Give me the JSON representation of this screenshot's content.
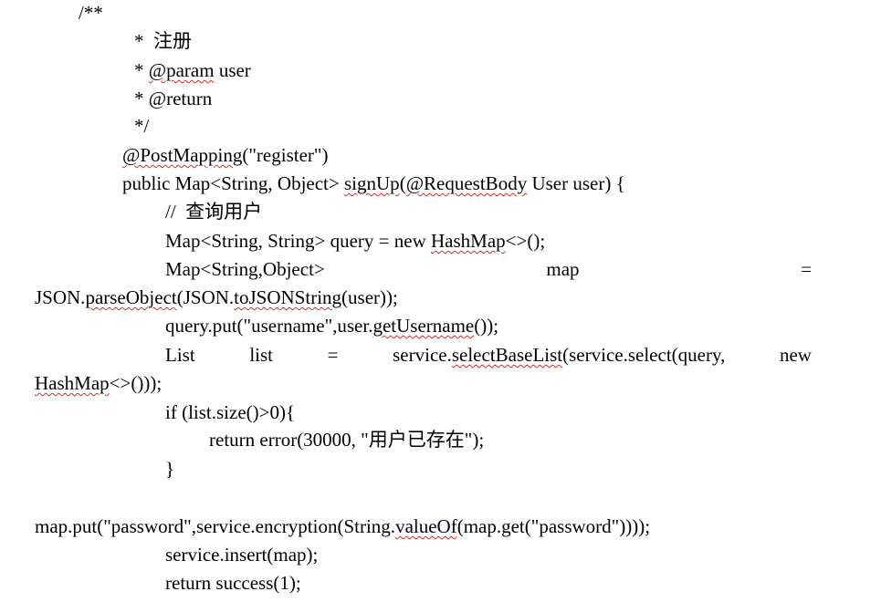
{
  "code": {
    "comment_open": "/**",
    "comment_title": "*  注册",
    "param_star": "* ",
    "param_tag": "@param",
    "param_name": " user",
    "return_star": "* @return",
    "comment_close": "*/",
    "annotation_name": "@PostMapping",
    "annotation_args": "(\"register\")",
    "sig_pre": "public Map<String, Object> ",
    "sig_method": "signUp",
    "sig_paren": "(",
    "sig_annot": "@RequestBody",
    "sig_rest": " User user) {",
    "query_comment": "//  查询用户",
    "query_decl_pre": "Map<String, String> query = new ",
    "query_decl_class": "HashMap",
    "query_decl_post": "<>();",
    "map_decl_type": "Map<String,Object>",
    "map_decl_name": "map",
    "map_decl_eq": "=",
    "map_cont_json": "JSON.",
    "map_cont_parse": "parseObject",
    "map_cont_mid": "(JSON.",
    "map_cont_tojson": "toJSONString",
    "map_cont_end": "(user));",
    "put_pre": "query.put(\"username\",user.",
    "put_method": "getUsername",
    "put_end": "());",
    "list_type": "List",
    "list_name": "list",
    "list_eq": "=",
    "list_call_pre": "service.",
    "list_call_method": "selectBaseList",
    "list_call_post": "(service.select(query,",
    "list_new": "new",
    "list_cont_class": "HashMap",
    "list_cont_end": "<>()));",
    "if_line": "if (list.size()>0){",
    "return_error": "return error(30000, \"用户已存在\");",
    "close_brace": "}",
    "pw_pre": "map.put(\"password\",service.encryption(String.",
    "pw_method": "valueOf",
    "pw_end": "(map.get(\"password\"))));",
    "insert_line": "service.insert(map);",
    "success_line": "return success(1);"
  }
}
